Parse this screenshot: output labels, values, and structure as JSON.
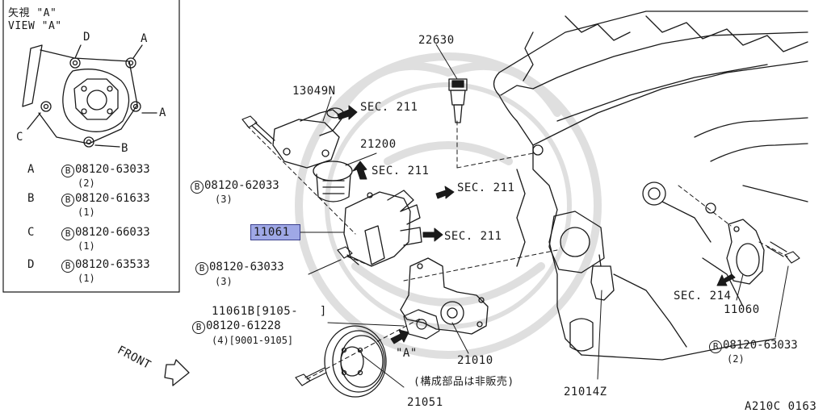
{
  "view_box": {
    "title_jp": "矢視 \"A\"",
    "title_en": "VIEW \"A\"",
    "points": {
      "a": "A",
      "b": "B",
      "c": "C",
      "d": "D"
    },
    "legend": [
      {
        "letter": "A",
        "code": "08120-63033",
        "count": "(2)"
      },
      {
        "letter": "B",
        "code": "08120-61633",
        "count": "(1)"
      },
      {
        "letter": "C",
        "code": "08120-66033",
        "count": "(1)"
      },
      {
        "letter": "D",
        "code": "08120-63533",
        "count": "(1)"
      }
    ]
  },
  "bolt_symbol": "B",
  "parts": {
    "p22630": "22630",
    "p13049n": "13049N",
    "p21200": "21200",
    "p11061": "11061",
    "p11061b": "11061B[9105-   ]",
    "p21010": "21010",
    "p21010_note": "(構成部品は非販売)",
    "p21051": "21051",
    "p21014z": "21014Z",
    "p11060": "11060"
  },
  "sec_refs": {
    "s1": "SEC. 211",
    "s2": "SEC. 211",
    "s3": "SEC. 211",
    "s4": "SEC. 211",
    "s5": "SEC. 214"
  },
  "bolts": {
    "b1": {
      "code": "08120-62033",
      "count": "(3)"
    },
    "b2": {
      "code": "08120-63033",
      "count": "(3)"
    },
    "b3": {
      "code": "08120-61228",
      "count": "(4)[9001-9105]"
    },
    "b4": {
      "code": "08120-63033",
      "count": "(2)"
    }
  },
  "view_marker": "\"A\"",
  "front_label": "FRONT",
  "diagram_id": "A210C 0163",
  "colors": {
    "highlight": "#9fa8e6",
    "ink": "#1a1a1a",
    "watermark": "#dcdcdc"
  }
}
